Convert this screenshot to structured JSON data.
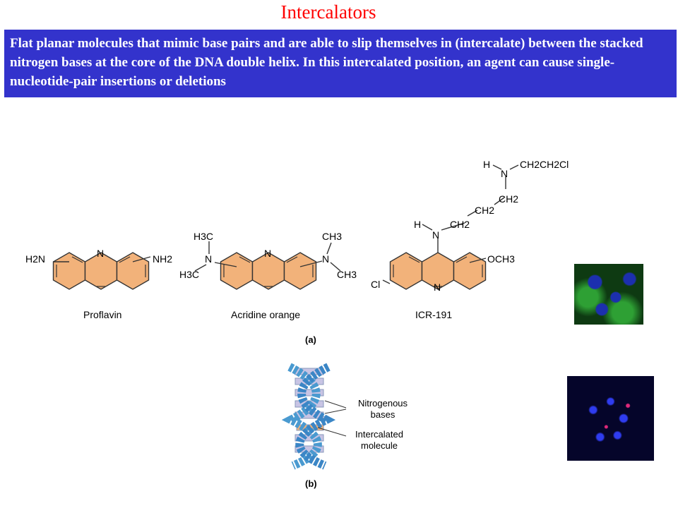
{
  "title": "Intercalators",
  "description": "Flat planar molecules that mimic base pairs and are able to slip themselves in (intercalate) between the stacked nitrogen bases at the core of the DNA double helix. In this intercalated position, an agent can cause single-nucleotide-pair insertions or deletions",
  "molecules": [
    {
      "name": "Proflavin",
      "groups": {
        "left": "H2N",
        "right": "NH2",
        "ring_n": "N"
      }
    },
    {
      "name": "Acridine orange",
      "groups": {
        "left_n": "N",
        "right_n": "N",
        "ring_n": "N",
        "ch3_tl": "H3C",
        "ch3_bl": "H3C",
        "ch3_tr": "CH3",
        "ch3_br": "CH3"
      }
    },
    {
      "name": "ICR-191",
      "groups": {
        "left": "Cl",
        "right": "OCH3",
        "ring_n": "N",
        "sub_n": "N",
        "h1": "H",
        "ch2_a": "CH2",
        "ch2_b": "CH2",
        "ch2_c": "CH2",
        "top_n": "N",
        "h2": "H",
        "chain": "CH2CH2Cl"
      }
    }
  ],
  "panel_labels": {
    "a": "(a)",
    "b": "(b)"
  },
  "helix_labels": {
    "bases": "Nitrogenous bases",
    "intercalated": "Intercalated molecule"
  },
  "colors": {
    "title": "#ff0000",
    "blurb_bg": "#3333cc",
    "ring_fill": "#f2b27a"
  }
}
